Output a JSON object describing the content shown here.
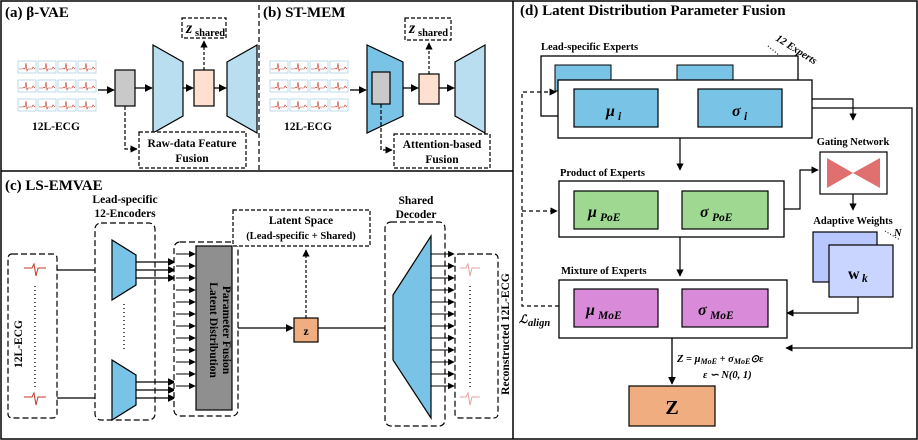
{
  "panels": {
    "a": {
      "title": "(a) β-VAE",
      "input_label": "12L-ECG",
      "latent": "z",
      "latent_sub": "shared",
      "fusion": [
        "Raw-data Feature",
        "Fusion"
      ]
    },
    "b": {
      "title": "(b) ST-MEM",
      "input_label": "12L-ECG",
      "latent": "z",
      "latent_sub": "shared",
      "fusion": [
        "Attention-based",
        "Fusion"
      ]
    },
    "c": {
      "title": "(c) LS-EMVAE",
      "encoders_label": [
        "Lead-specific",
        "12-Encoders"
      ],
      "input_label": "12L-ECG",
      "fusion_label": [
        "Latent Distribution",
        "Parameter Fusion"
      ],
      "latent_space": [
        "Latent Space",
        "(Lead-specific + Shared)"
      ],
      "latent": "z",
      "decoder_label": [
        "Shared",
        "Decoder"
      ],
      "output_label": "Reconstructed 12L-ECG"
    },
    "d": {
      "title": "(d) Latent Distribution Parameter Fusion",
      "experts_label": "Lead-specific Experts",
      "experts_count": "12 Experts",
      "mu_i": "μ",
      "mu_i_sub": "i",
      "sigma_i": "σ",
      "sigma_i_sub": "i",
      "gating": "Gating Network",
      "poe_label": "Product of  Experts",
      "mu_poe": "μ",
      "mu_poe_sub": "PoE",
      "sigma_poe": "σ",
      "sigma_poe_sub": "PoE",
      "adaptive": "Adaptive Weights",
      "n_label": "N",
      "w_label": "w",
      "w_sub": "k",
      "moe_label": "Mixture of Experts",
      "mu_moe": "μ",
      "mu_moe_sub": "MoE",
      "sigma_moe": "σ",
      "sigma_moe_sub": "MoE",
      "loss": "ℒ",
      "loss_sub": "align",
      "eq1": "Z =  μ",
      "eq1_sub1": "MoE",
      "eq1_mid": " + σ",
      "eq1_sub2": "MoE",
      "eq1_end": "⊙ε",
      "eq2": "ε ∽ N(0, 1)",
      "z_out": "Z"
    }
  },
  "colors": {
    "blue": "#78c3e6",
    "lightblue": "#b8def0",
    "green": "#9fd991",
    "purple": "#d98ad9",
    "orange": "#f0ad80",
    "peach": "#fde0d0",
    "gray": "#c9c9c9",
    "red": "#e07070",
    "ecg": "#c0392b"
  }
}
